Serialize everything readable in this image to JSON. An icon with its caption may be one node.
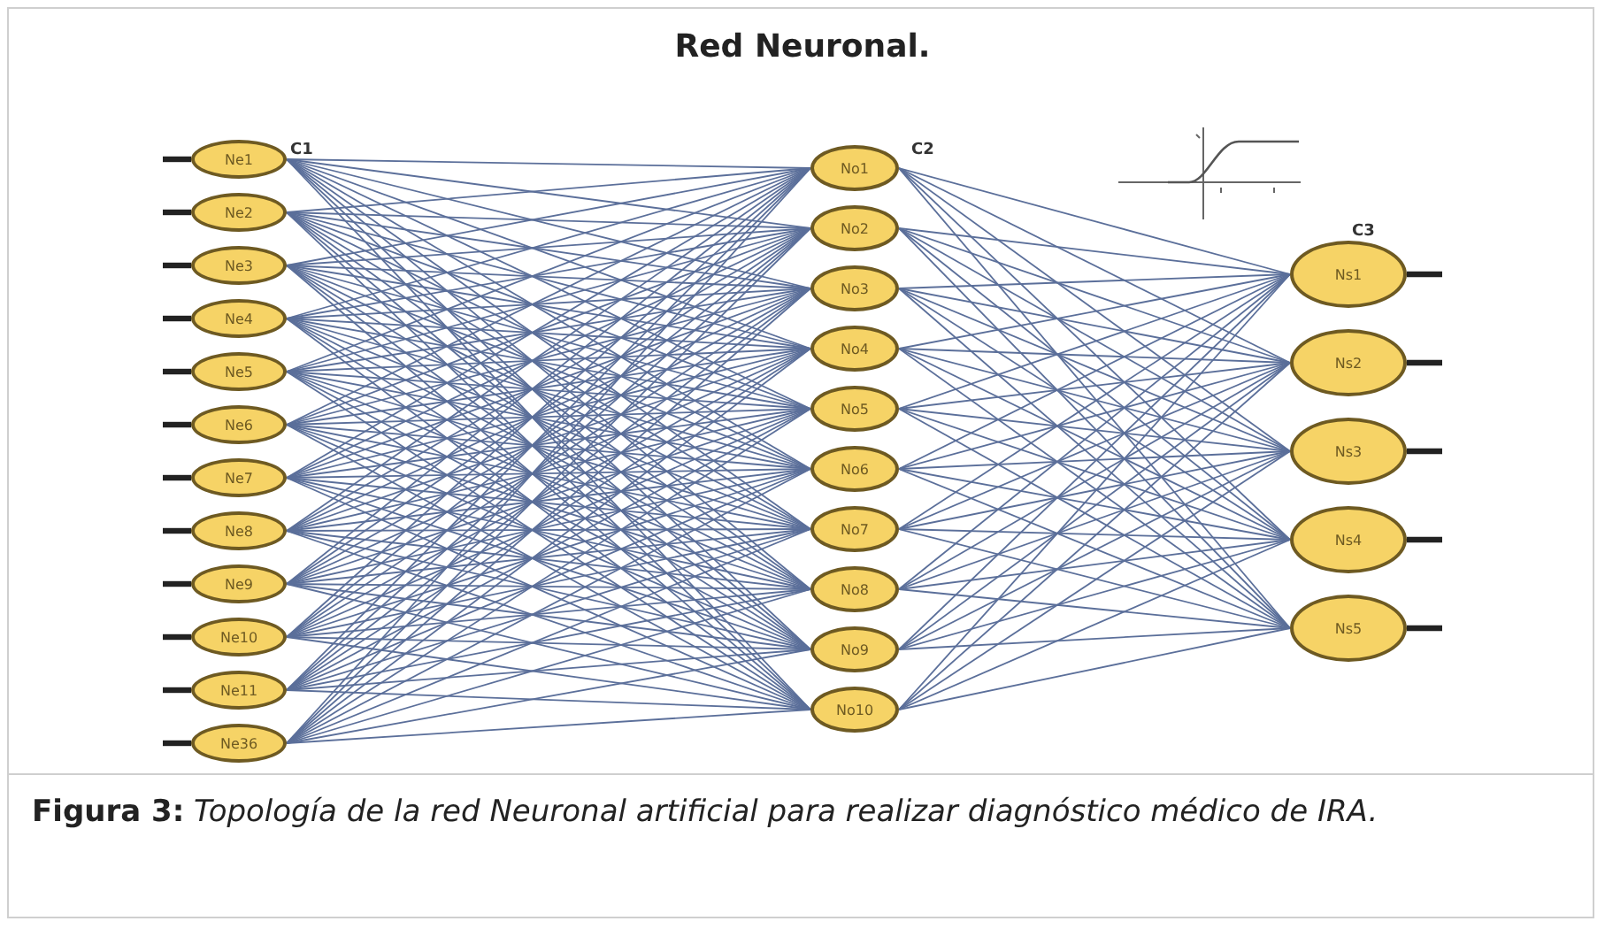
{
  "diagram": {
    "title": "Red Neuronal.",
    "caption": "**Figura 3:** *Topología de la red Neuronal artificial para realizar diagnóstico médico de IRA.*",
    "nodes": [
      {
        "text": [
          "Ne1"
        ]
      },
      {
        "text": [
          "Ne2"
        ]
      },
      {
        "text": [
          "Ne3"
        ]
      },
      {
        "text": [
          "Ne4"
        ]
      },
      {
        "text": [
          "Ne5"
        ]
      },
      {
        "text": [
          "Ne6"
        ]
      },
      {
        "text": [
          "Ne7"
        ]
      },
      {
        "text": [
          "Ne8"
        ]
      },
      {
        "text": [
          "Ne9"
        ]
      },
      {
        "text": [
          "Ne10"
        ]
      },
      {
        "text": [
          "Ne11"
        ]
      },
      {
        "text": [
          "Ne36"
        ]
      },
      {
        "text": [
          "No1"
        ]
      },
      {
        "text": [
          "No2"
        ]
      },
      {
        "text": [
          "No3"
        ]
      },
      {
        "text": [
          "No4"
        ]
      },
      {
        "text": [
          "No5"
        ]
      },
      {
        "text": [
          "No6"
        ]
      },
      {
        "text": [
          "No7"
        ]
      },
      {
        "text": [
          "No8"
        ]
      },
      {
        "text": [
          "No9"
        ]
      },
      {
        "text": [
          "No10"
        ]
      },
      {
        "text": [
          "Ns1"
        ]
      },
      {
        "text": [
          "Ns2"
        ]
      },
      {
        "text": [
          "Ns3"
        ]
      },
      {
        "text": [
          "Ns4"
        ]
      },
      {
        "text": [
          "Ns5"
        ]
      }
    ],
    "edges": [
      {
        "from": null,
        "to": 0,
        "arrow": "none",
        "style": "thick",
        "color": "#222222"
      },
      {
        "from": null,
        "to": 1,
        "arrow": "none",
        "style": "thick",
        "color": "#222222"
      },
      {
        "from": null,
        "to": 2,
        "arrow": "none",
        "style": "thick",
        "color": "#222222"
      },
      {
        "from": null,
        "to": 3,
        "arrow": "none",
        "style": "thick",
        "color": "#222222"
      },
      {
        "from": null,
        "to": 4,
        "arrow": "none",
        "style": "thick",
        "color": "#222222"
      },
      {
        "from": null,
        "to": 5,
        "arrow": "none",
        "style": "thick",
        "color": "#222222"
      },
      {
        "from": null,
        "to": 6,
        "arrow": "none",
        "style": "thick",
        "color": "#222222"
      },
      {
        "from": null,
        "to": 7,
        "arrow": "none",
        "style": "thick",
        "color": "#222222"
      },
      {
        "from": null,
        "to": 8,
        "arrow": "none",
        "style": "thick",
        "color": "#222222"
      },
      {
        "from": null,
        "to": 9,
        "arrow": "none",
        "style": "thick",
        "color": "#222222"
      },
      {
        "from": null,
        "to": 10,
        "arrow": "none",
        "style": "thick",
        "color": "#222222"
      },
      {
        "from": null,
        "to": 11,
        "arrow": "none",
        "style": "thick",
        "color": "#222222"
      },
      {
        "from": 0,
        "to": 12,
        "arrow": "none"
      },
      {
        "from": 0,
        "to": 13,
        "arrow": "none"
      },
      {
        "from": 0,
        "to": 14,
        "arrow": "none"
      },
      {
        "from": 0,
        "to": 15,
        "arrow": "none"
      },
      {
        "from": 0,
        "to": 16,
        "arrow": "none"
      },
      {
        "from": 0,
        "to": 17,
        "arrow": "none"
      },
      {
        "from": 0,
        "to": 18,
        "arrow": "none"
      },
      {
        "from": 0,
        "to": 19,
        "arrow": "none"
      },
      {
        "from": 0,
        "to": 20,
        "arrow": "none"
      },
      {
        "from": 0,
        "to": 21,
        "arrow": "none"
      },
      {
        "from": 1,
        "to": 12,
        "arrow": "none"
      },
      {
        "from": 1,
        "to": 13,
        "arrow": "none"
      },
      {
        "from": 1,
        "to": 14,
        "arrow": "none"
      },
      {
        "from": 1,
        "to": 15,
        "arrow": "none"
      },
      {
        "from": 1,
        "to": 16,
        "arrow": "none"
      },
      {
        "from": 1,
        "to": 17,
        "arrow": "none"
      },
      {
        "from": 1,
        "to": 18,
        "arrow": "none"
      },
      {
        "from": 1,
        "to": 19,
        "arrow": "none"
      },
      {
        "from": 1,
        "to": 20,
        "arrow": "none"
      },
      {
        "from": 1,
        "to": 21,
        "arrow": "none"
      },
      {
        "from": 2,
        "to": 12,
        "arrow": "none"
      },
      {
        "from": 2,
        "to": 13,
        "arrow": "none"
      },
      {
        "from": 2,
        "to": 14,
        "arrow": "none"
      },
      {
        "from": 2,
        "to": 15,
        "arrow": "none"
      },
      {
        "from": 2,
        "to": 16,
        "arrow": "none"
      },
      {
        "from": 2,
        "to": 17,
        "arrow": "none"
      },
      {
        "from": 2,
        "to": 18,
        "arrow": "none"
      },
      {
        "from": 2,
        "to": 19,
        "arrow": "none"
      },
      {
        "from": 2,
        "to": 20,
        "arrow": "none"
      },
      {
        "from": 2,
        "to": 21,
        "arrow": "none"
      },
      {
        "from": 3,
        "to": 12,
        "arrow": "none"
      },
      {
        "from": 3,
        "to": 13,
        "arrow": "none"
      },
      {
        "from": 3,
        "to": 14,
        "arrow": "none"
      },
      {
        "from": 3,
        "to": 15,
        "arrow": "none"
      },
      {
        "from": 3,
        "to": 16,
        "arrow": "none"
      },
      {
        "from": 3,
        "to": 17,
        "arrow": "none"
      },
      {
        "from": 3,
        "to": 18,
        "arrow": "none"
      },
      {
        "from": 3,
        "to": 19,
        "arrow": "none"
      },
      {
        "from": 3,
        "to": 20,
        "arrow": "none"
      },
      {
        "from": 3,
        "to": 21,
        "arrow": "none"
      },
      {
        "from": 4,
        "to": 12,
        "arrow": "none"
      },
      {
        "from": 4,
        "to": 13,
        "arrow": "none"
      },
      {
        "from": 4,
        "to": 14,
        "arrow": "none"
      },
      {
        "from": 4,
        "to": 15,
        "arrow": "none"
      },
      {
        "from": 4,
        "to": 16,
        "arrow": "none"
      },
      {
        "from": 4,
        "to": 17,
        "arrow": "none"
      },
      {
        "from": 4,
        "to": 18,
        "arrow": "none"
      },
      {
        "from": 4,
        "to": 19,
        "arrow": "none"
      },
      {
        "from": 4,
        "to": 20,
        "arrow": "none"
      },
      {
        "from": 4,
        "to": 21,
        "arrow": "none"
      },
      {
        "from": 5,
        "to": 12,
        "arrow": "none"
      },
      {
        "from": 5,
        "to": 13,
        "arrow": "none"
      },
      {
        "from": 5,
        "to": 14,
        "arrow": "none"
      },
      {
        "from": 5,
        "to": 15,
        "arrow": "none"
      },
      {
        "from": 5,
        "to": 16,
        "arrow": "none"
      },
      {
        "from": 5,
        "to": 17,
        "arrow": "none"
      },
      {
        "from": 5,
        "to": 18,
        "arrow": "none"
      },
      {
        "from": 5,
        "to": 19,
        "arrow": "none"
      },
      {
        "from": 5,
        "to": 20,
        "arrow": "none"
      },
      {
        "from": 5,
        "to": 21,
        "arrow": "none"
      },
      {
        "from": 6,
        "to": 12,
        "arrow": "none"
      },
      {
        "from": 6,
        "to": 13,
        "arrow": "none"
      },
      {
        "from": 6,
        "to": 14,
        "arrow": "none"
      },
      {
        "from": 6,
        "to": 15,
        "arrow": "none"
      },
      {
        "from": 6,
        "to": 16,
        "arrow": "none"
      },
      {
        "from": 6,
        "to": 17,
        "arrow": "none"
      },
      {
        "from": 6,
        "to": 18,
        "arrow": "none"
      },
      {
        "from": 6,
        "to": 19,
        "arrow": "none"
      },
      {
        "from": 6,
        "to": 20,
        "arrow": "none"
      },
      {
        "from": 6,
        "to": 21,
        "arrow": "none"
      },
      {
        "from": 7,
        "to": 12,
        "arrow": "none"
      },
      {
        "from": 7,
        "to": 13,
        "arrow": "none"
      },
      {
        "from": 7,
        "to": 14,
        "arrow": "none"
      },
      {
        "from": 7,
        "to": 15,
        "arrow": "none"
      },
      {
        "from": 7,
        "to": 16,
        "arrow": "none"
      },
      {
        "from": 7,
        "to": 17,
        "arrow": "none"
      },
      {
        "from": 7,
        "to": 18,
        "arrow": "none"
      },
      {
        "from": 7,
        "to": 19,
        "arrow": "none"
      },
      {
        "from": 7,
        "to": 20,
        "arrow": "none"
      },
      {
        "from": 7,
        "to": 21,
        "arrow": "none"
      },
      {
        "from": 8,
        "to": 12,
        "arrow": "none"
      },
      {
        "from": 8,
        "to": 13,
        "arrow": "none"
      },
      {
        "from": 8,
        "to": 14,
        "arrow": "none"
      },
      {
        "from": 8,
        "to": 15,
        "arrow": "none"
      },
      {
        "from": 8,
        "to": 16,
        "arrow": "none"
      },
      {
        "from": 8,
        "to": 17,
        "arrow": "none"
      },
      {
        "from": 8,
        "to": 18,
        "arrow": "none"
      },
      {
        "from": 8,
        "to": 19,
        "arrow": "none"
      },
      {
        "from": 8,
        "to": 20,
        "arrow": "none"
      },
      {
        "from": 8,
        "to": 21,
        "arrow": "none"
      },
      {
        "from": 9,
        "to": 12,
        "arrow": "none"
      },
      {
        "from": 9,
        "to": 13,
        "arrow": "none"
      },
      {
        "from": 9,
        "to": 14,
        "arrow": "none"
      },
      {
        "from": 9,
        "to": 15,
        "arrow": "none"
      },
      {
        "from": 9,
        "to": 16,
        "arrow": "none"
      },
      {
        "from": 9,
        "to": 17,
        "arrow": "none"
      },
      {
        "from": 9,
        "to": 18,
        "arrow": "none"
      },
      {
        "from": 9,
        "to": 19,
        "arrow": "none"
      },
      {
        "from": 9,
        "to": 20,
        "arrow": "none"
      },
      {
        "from": 9,
        "to": 21,
        "arrow": "none"
      },
      {
        "from": 10,
        "to": 12,
        "arrow": "none"
      },
      {
        "from": 10,
        "to": 13,
        "arrow": "none"
      },
      {
        "from": 10,
        "to": 14,
        "arrow": "none"
      },
      {
        "from": 10,
        "to": 15,
        "arrow": "none"
      },
      {
        "from": 10,
        "to": 16,
        "arrow": "none"
      },
      {
        "from": 10,
        "to": 17,
        "arrow": "none"
      },
      {
        "from": 10,
        "to": 18,
        "arrow": "none"
      },
      {
        "from": 10,
        "to": 19,
        "arrow": "none"
      },
      {
        "from": 10,
        "to": 20,
        "arrow": "none"
      },
      {
        "from": 10,
        "to": 21,
        "arrow": "none"
      },
      {
        "from": 11,
        "to": 12,
        "arrow": "none"
      },
      {
        "from": 11,
        "to": 13,
        "arrow": "none"
      },
      {
        "from": 11,
        "to": 14,
        "arrow": "none"
      },
      {
        "from": 11,
        "to": 15,
        "arrow": "none"
      },
      {
        "from": 11,
        "to": 16,
        "arrow": "none"
      },
      {
        "from": 11,
        "to": 17,
        "arrow": "none"
      },
      {
        "from": 11,
        "to": 18,
        "arrow": "none"
      },
      {
        "from": 11,
        "to": 19,
        "arrow": "none"
      },
      {
        "from": 11,
        "to": 20,
        "arrow": "none"
      },
      {
        "from": 11,
        "to": 21,
        "arrow": "none"
      },
      {
        "from": 12,
        "to": 22,
        "arrow": "none"
      },
      {
        "from": 12,
        "to": 23,
        "arrow": "none"
      },
      {
        "from": 12,
        "to": 24,
        "arrow": "none"
      },
      {
        "from": 12,
        "to": 25,
        "arrow": "none"
      },
      {
        "from": 12,
        "to": 26,
        "arrow": "none"
      },
      {
        "from": 13,
        "to": 22,
        "arrow": "none"
      },
      {
        "from": 13,
        "to": 23,
        "arrow": "none"
      },
      {
        "from": 13,
        "to": 24,
        "arrow": "none"
      },
      {
        "from": 13,
        "to": 25,
        "arrow": "none"
      },
      {
        "from": 13,
        "to": 26,
        "arrow": "none"
      },
      {
        "from": 14,
        "to": 22,
        "arrow": "none"
      },
      {
        "from": 14,
        "to": 23,
        "arrow": "none"
      },
      {
        "from": 14,
        "to": 24,
        "arrow": "none"
      },
      {
        "from": 14,
        "to": 25,
        "arrow": "none"
      },
      {
        "from": 14,
        "to": 26,
        "arrow": "none"
      },
      {
        "from": 15,
        "to": 22,
        "arrow": "none"
      },
      {
        "from": 15,
        "to": 23,
        "arrow": "none"
      },
      {
        "from": 15,
        "to": 24,
        "arrow": "none"
      },
      {
        "from": 15,
        "to": 25,
        "arrow": "none"
      },
      {
        "from": 15,
        "to": 26,
        "arrow": "none"
      },
      {
        "from": 16,
        "to": 22,
        "arrow": "none"
      },
      {
        "from": 16,
        "to": 23,
        "arrow": "none"
      },
      {
        "from": 16,
        "to": 24,
        "arrow": "none"
      },
      {
        "from": 16,
        "to": 25,
        "arrow": "none"
      },
      {
        "from": 16,
        "to": 26,
        "arrow": "none"
      },
      {
        "from": 17,
        "to": 22,
        "arrow": "none"
      },
      {
        "from": 17,
        "to": 23,
        "arrow": "none"
      },
      {
        "from": 17,
        "to": 24,
        "arrow": "none"
      },
      {
        "from": 17,
        "to": 25,
        "arrow": "none"
      },
      {
        "from": 17,
        "to": 26,
        "arrow": "none"
      },
      {
        "from": 18,
        "to": 22,
        "arrow": "none"
      },
      {
        "from": 18,
        "to": 23,
        "arrow": "none"
      },
      {
        "from": 18,
        "to": 24,
        "arrow": "none"
      },
      {
        "from": 18,
        "to": 25,
        "arrow": "none"
      },
      {
        "from": 18,
        "to": 26,
        "arrow": "none"
      },
      {
        "from": 19,
        "to": 22,
        "arrow": "none"
      },
      {
        "from": 19,
        "to": 23,
        "arrow": "none"
      },
      {
        "from": 19,
        "to": 24,
        "arrow": "none"
      },
      {
        "from": 19,
        "to": 25,
        "arrow": "none"
      },
      {
        "from": 19,
        "to": 26,
        "arrow": "none"
      },
      {
        "from": 20,
        "to": 22,
        "arrow": "none"
      },
      {
        "from": 20,
        "to": 23,
        "arrow": "none"
      },
      {
        "from": 20,
        "to": 24,
        "arrow": "none"
      },
      {
        "from": 20,
        "to": 25,
        "arrow": "none"
      },
      {
        "from": 20,
        "to": 26,
        "arrow": "none"
      },
      {
        "from": 21,
        "to": 22,
        "arrow": "none"
      },
      {
        "from": 21,
        "to": 23,
        "arrow": "none"
      },
      {
        "from": 21,
        "to": 24,
        "arrow": "none"
      },
      {
        "from": 21,
        "to": 25,
        "arrow": "none"
      },
      {
        "from": 21,
        "to": 26,
        "arrow": "none"
      },
      {
        "from": 22,
        "to": null,
        "arrow": "none",
        "style": "thick",
        "color": "#222222"
      },
      {
        "from": 23,
        "to": null,
        "arrow": "none",
        "style": "thick",
        "color": "#222222"
      },
      {
        "from": 24,
        "to": null,
        "arrow": "none",
        "style": "thick",
        "color": "#222222"
      },
      {
        "from": 25,
        "to": null,
        "arrow": "none",
        "style": "thick",
        "color": "#222222"
      },
      {
        "from": 26,
        "to": null,
        "arrow": "none",
        "style": "thick",
        "color": "#222222"
      }
    ],
    "labels": [
      "C1",
      "C2",
      "C3"
    ]
  }
}
